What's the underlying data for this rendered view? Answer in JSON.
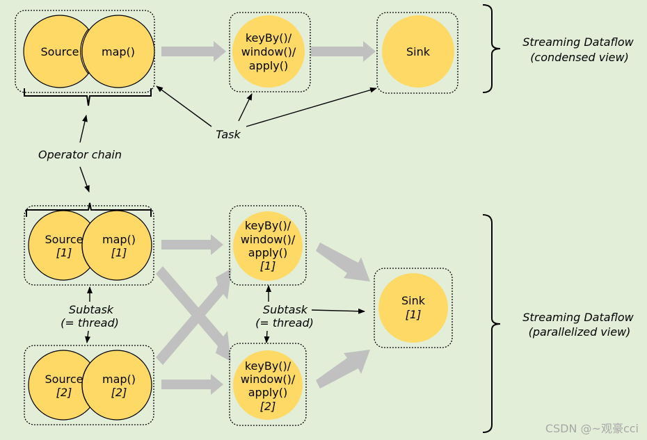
{
  "condensed": {
    "source": "Source",
    "map": "map()",
    "key_line1": "keyBy()/",
    "key_line2": "window()/",
    "key_line3": "apply()",
    "sink": "Sink",
    "title_line1": "Streaming Dataflow",
    "title_line2": "(condensed view)"
  },
  "labels": {
    "task": "Task",
    "operator_chain": "Operator chain",
    "subtask_line1": "Subtask",
    "subtask_line2": "(= thread)"
  },
  "parallel": {
    "source": "Source",
    "map": "map()",
    "idx1": "[1]",
    "idx2": "[2]",
    "key_line1": "keyBy()/",
    "key_line2": "window()/",
    "key_line3": "apply()",
    "sink": "Sink",
    "title_line1": "Streaming Dataflow",
    "title_line2": "(parallelized view)"
  },
  "watermark": "CSDN @~观豪cci",
  "colors": {
    "background": "#e2eed8",
    "operator_fill": "#ffd966",
    "flow_arrow": "#c0c0c0"
  }
}
